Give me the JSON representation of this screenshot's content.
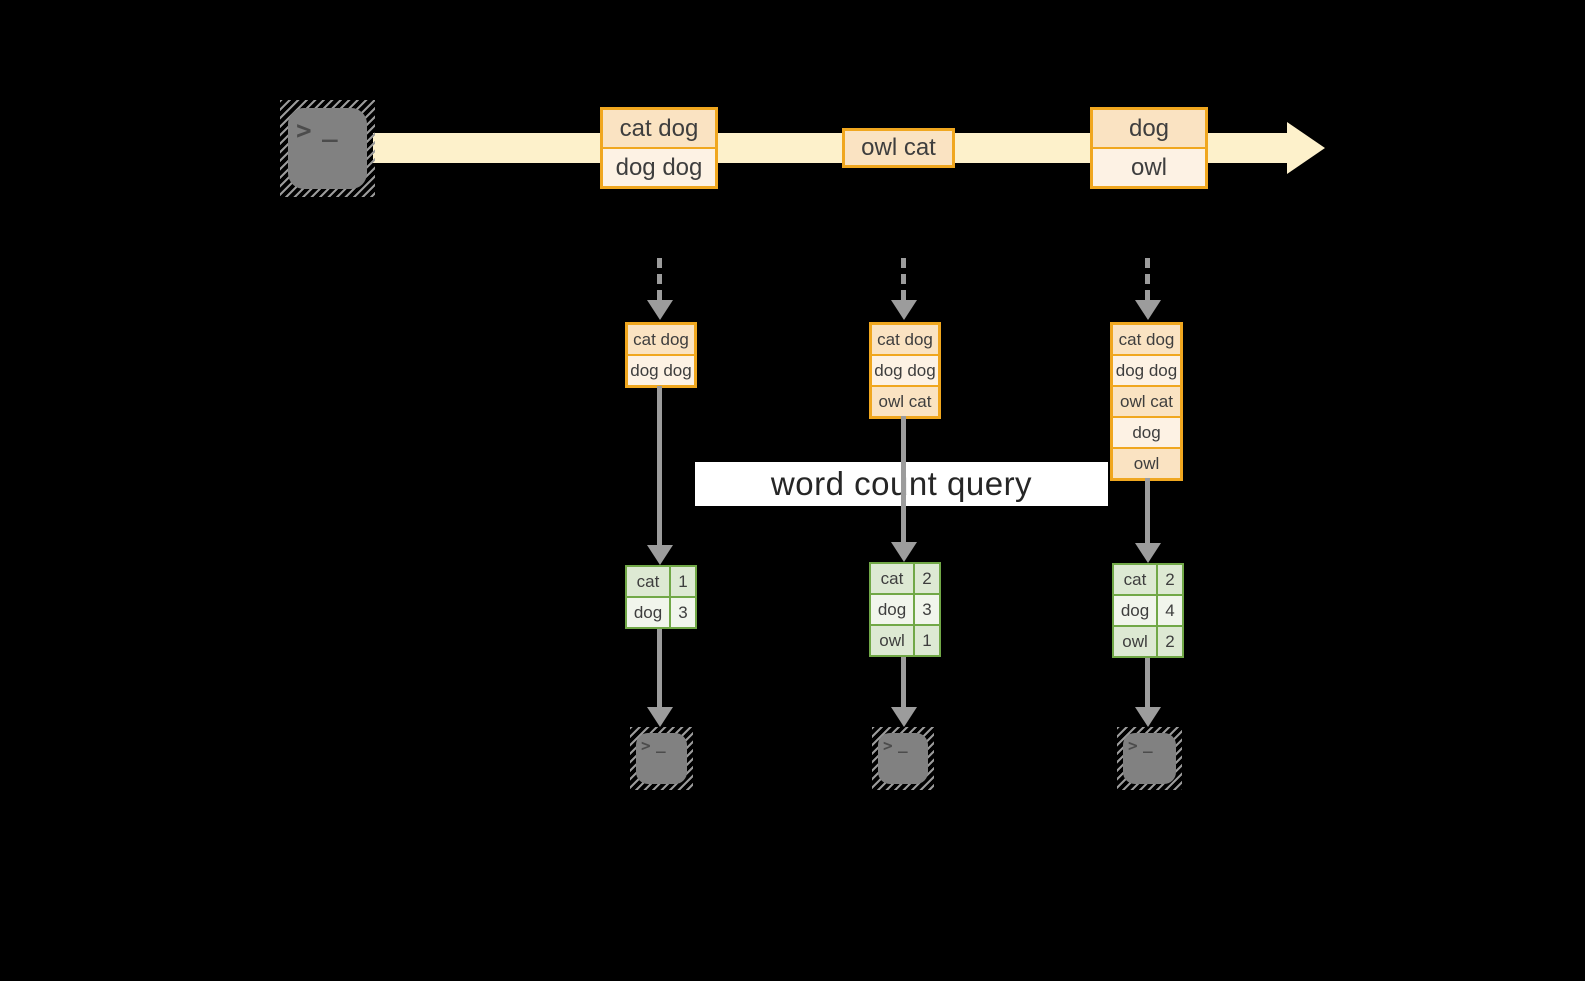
{
  "query_label": "word count query",
  "terminal_prompt": {
    "chevron": ">",
    "cursor": "_"
  },
  "stream_batches": [
    {
      "items": [
        "cat dog",
        "dog dog"
      ]
    },
    {
      "items": [
        "owl cat"
      ]
    },
    {
      "items": [
        "dog",
        "owl"
      ]
    }
  ],
  "columns": [
    {
      "state": [
        "cat dog",
        "dog dog"
      ],
      "counts": [
        {
          "word": "cat",
          "value": "1"
        },
        {
          "word": "dog",
          "value": "3"
        }
      ]
    },
    {
      "state": [
        "cat dog",
        "dog dog",
        "owl cat"
      ],
      "counts": [
        {
          "word": "cat",
          "value": "2"
        },
        {
          "word": "dog",
          "value": "3"
        },
        {
          "word": "owl",
          "value": "1"
        }
      ]
    },
    {
      "state": [
        "cat dog",
        "dog dog",
        "owl cat",
        "dog",
        "owl"
      ],
      "counts": [
        {
          "word": "cat",
          "value": "2"
        },
        {
          "word": "dog",
          "value": "4"
        },
        {
          "word": "owl",
          "value": "2"
        }
      ]
    }
  ],
  "colors": {
    "background": "#000000",
    "stream_band": "#fdf1cb",
    "box_border": "#f0a71f",
    "box_fill_dark": "#fae3c2",
    "box_fill_light": "#fdf2e4",
    "table_border": "#71a847",
    "table_fill_dark": "#dde9d3",
    "table_fill_light": "#f1f5ec",
    "arrow_gray": "#9c9c9c",
    "terminal_fill": "#818181",
    "query_band_bg": "#ffffff"
  }
}
